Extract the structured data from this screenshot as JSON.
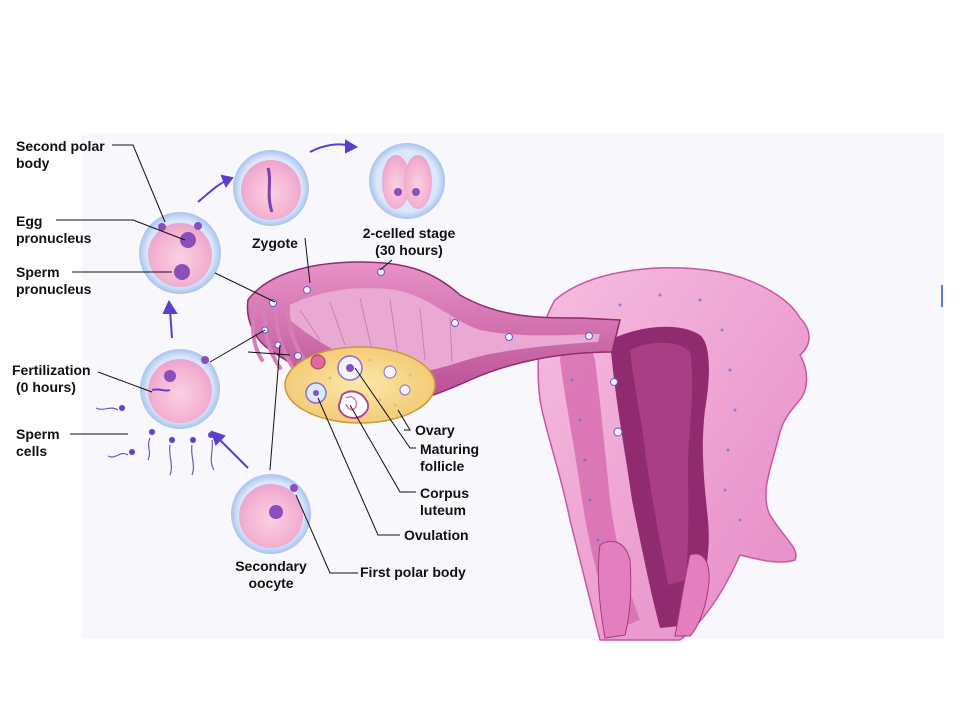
{
  "labels": {
    "second_polar_body": [
      "Second polar",
      "body"
    ],
    "egg_pronucleus": [
      "Egg",
      "pronucleus"
    ],
    "sperm_pronucleus": [
      "Sperm",
      "pronucleus"
    ],
    "fertilization": [
      "Fertilization",
      "(0 hours)"
    ],
    "sperm_cells": [
      "Sperm",
      "cells"
    ],
    "zygote": "Zygote",
    "two_celled_stage": [
      "2-celled stage",
      "(30 hours)"
    ],
    "ovary": "Ovary",
    "maturing_follicle": [
      "Maturing",
      "follicle"
    ],
    "corpus_luteum": [
      "Corpus",
      "luteum"
    ],
    "ovulation": "Ovulation",
    "secondary_oocyte": [
      "Secondary",
      "oocyte"
    ],
    "first_polar_body": "First polar body"
  },
  "colors": {
    "uterus_light": "#f2a9d8",
    "uterus_mid": "#e07cbc",
    "uterus_dark": "#a5347c",
    "uterus_deep": "#7a1f5a",
    "cell_membrane": "#c9dcf5",
    "cell_inner": "#f7bcd9",
    "nucleus": "#8a4fb8",
    "ovary": "#f6d58a",
    "arrow": "#5b3fd1",
    "leader": "#111111"
  }
}
